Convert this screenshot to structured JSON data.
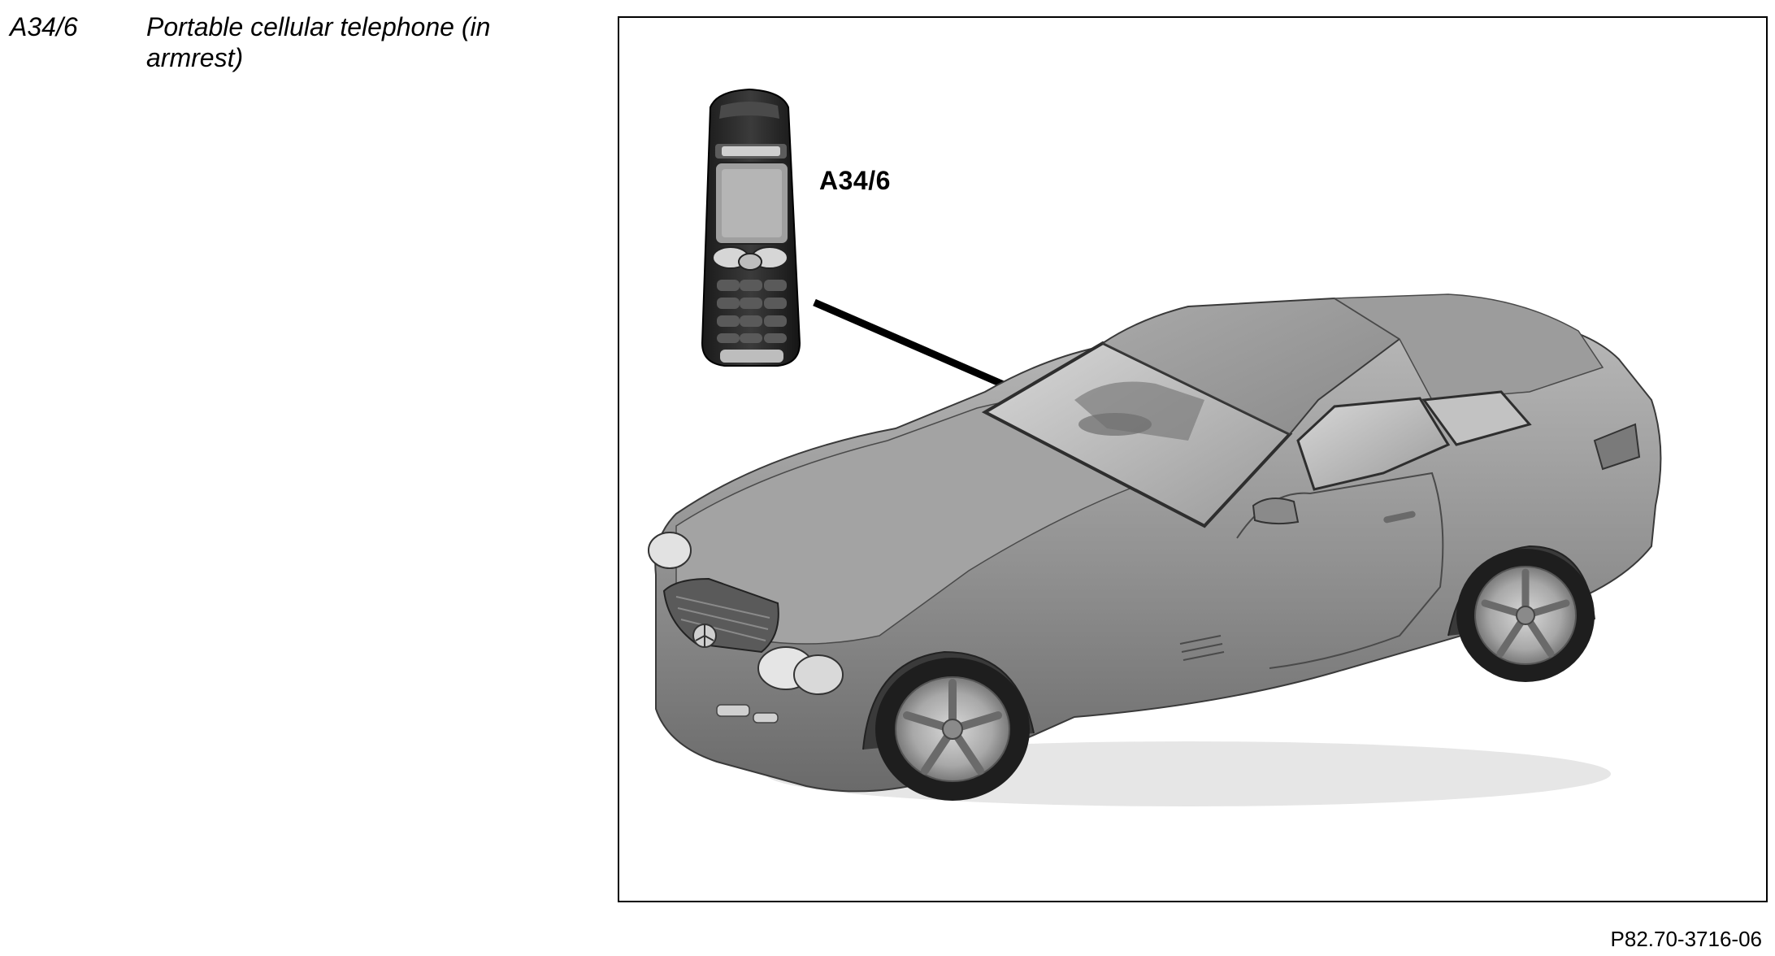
{
  "legend": {
    "code": "A34/6",
    "description": "Portable cellular telephone (in armrest)"
  },
  "figure": {
    "callout_label": "A34/6",
    "reference": "P82.70-3716-06"
  },
  "icons": [
    "phone-illustration",
    "car-illustration"
  ]
}
